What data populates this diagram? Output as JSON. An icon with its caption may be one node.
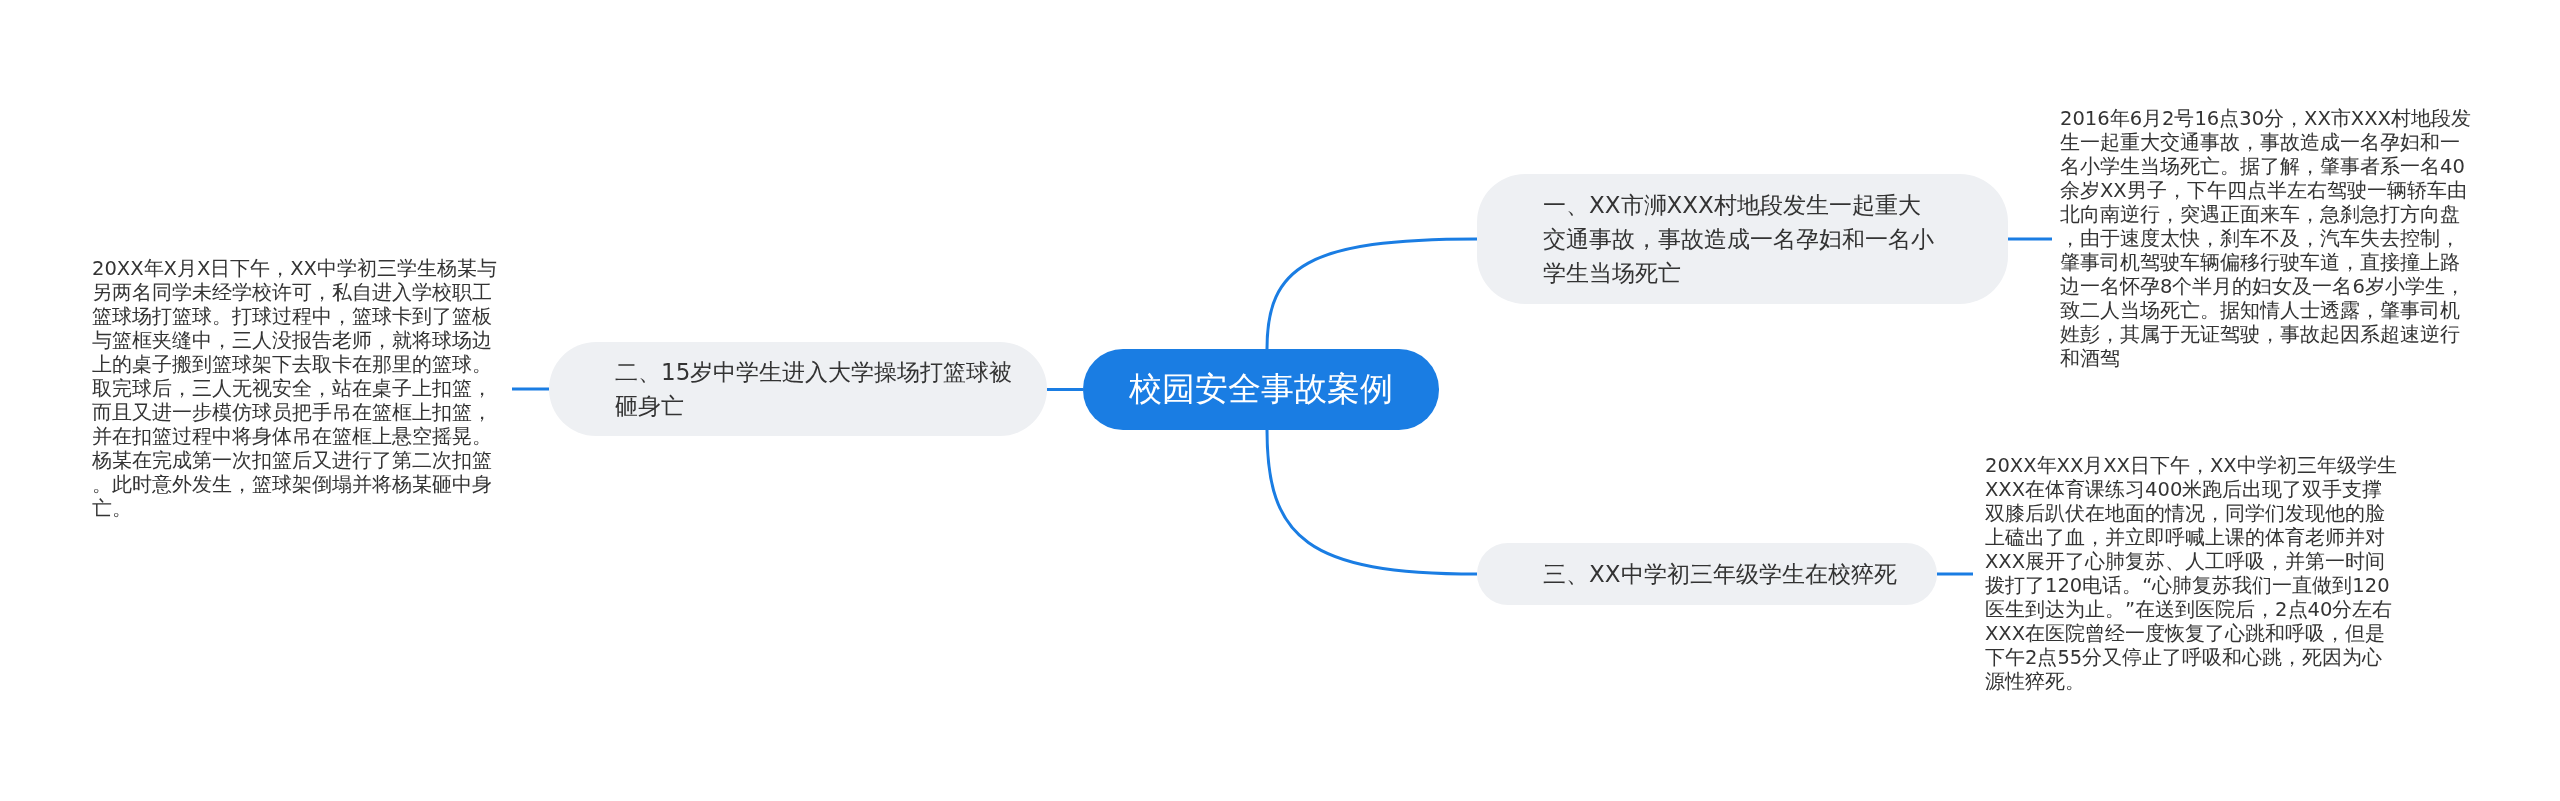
{
  "diagram": {
    "nodes": [
      {
        "text": [
          "校园安全事故案例"
        ]
      },
      {
        "text": [
          "一、XX市浉XXX村地段发生一起重大交通事故，事故造成一名孕妇和一名小学生当场死亡"
        ]
      },
      {
        "text": [
          "二、15岁中学生进入大学操场打篮球被砸身亡"
        ]
      },
      {
        "text": [
          "三、XX中学初三年级学生在校猝死"
        ]
      },
      {
        "text": [
          "2016年6月2号16点30分，XX市XXX村地段发生一起重大交通事故，事故造成一名孕妇和一名小学生当场死亡。据了解，肇事者系一名40余岁XX男子，下午四点半左右驾驶一辆轿车由北向南逆行，突遇正面来车，急刹急打方向盘，由于速度太快，刹车不及，汽车失去控制，肇事司机驾驶车辆偏移行驶车道，直接撞上路边一名怀孕8个半月的妇女及一名6岁小学生，致二人当场死亡。据知情人士透露，肇事司机姓彭，其属于无证驾驶，事故起因系超速逆行和酒驾"
        ]
      },
      {
        "text": [
          "20XX年X月X日下午，XX中学初三学生杨某与另两名同学未经学校许可，私自进入学校职工篮球场打篮球。打球过程中，篮球卡到了篮板与篮框夹缝中，三人没报告老师，就将球场边上的桌子搬到篮球架下去取卡在那里的篮球。取完球后，三人无视安全，站在桌子上扣篮，而且又进一步模仿球员把手吊在篮框上扣篮，并在扣篮过程中将身体吊在篮框上悬空摇晃。杨某在完成第一次扣篮后又进行了第二次扣篮。此时意外发生，篮球架倒塌并将杨某砸中身亡。"
        ]
      },
      {
        "text": [
          "20XX年XX月XX日下午，XX中学初三年级学生XXX在体育课练习400米跑后出现了双手支撑双膝后趴伏在地面的情况，同学们发现他的脸上磕出了血，并立即呼喊上课的体育老师并对XXX展开了心肺复苏、人工呼吸，并第一时间拨打了120电话。“心肺复苏我们一直做到120医生到达为止。”在送到医院后，2点40分左右XXX在医院曾经一度恢复了心跳和呼吸，但是下午2点55分又停止了呼吸和心跳，死因为心源性猝死。"
        ]
      }
    ],
    "edges": [
      {
        "from": 0,
        "to": 1,
        "arrow": "none"
      },
      {
        "from": 0,
        "to": 2,
        "arrow": "none"
      },
      {
        "from": 0,
        "to": 3,
        "arrow": "none"
      },
      {
        "from": 1,
        "to": 4,
        "arrow": "none"
      },
      {
        "from": 2,
        "to": 5,
        "arrow": "none"
      },
      {
        "from": 3,
        "to": 6,
        "arrow": "none"
      }
    ]
  }
}
